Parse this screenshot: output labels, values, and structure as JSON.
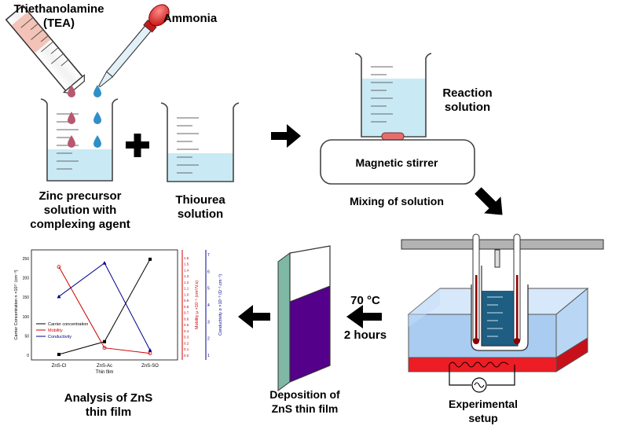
{
  "labels": {
    "tea_line1": "Triethanolamine",
    "tea_line2": "(TEA)",
    "ammonia": "Ammonia",
    "zinc_line1": "Zinc precursor",
    "zinc_line2": "solution with",
    "zinc_line3": "complexing agent",
    "thiourea_line1": "Thiourea",
    "thiourea_line2": "solution",
    "reaction_line1": "Reaction",
    "reaction_line2": "solution",
    "magnetic_stirrer": "Magnetic stirrer",
    "mixing": "Mixing of solution",
    "temperature": "70 °C",
    "duration": "2 hours",
    "experimental_line1": "Experimental",
    "experimental_line2": "setup",
    "deposition_line1": "Deposition of",
    "deposition_line2": "ZnS thin film",
    "analysis_line1": "Analysis of ZnS",
    "analysis_line2": "thin film"
  },
  "colors": {
    "liquid": "#c9eaf5",
    "tea_drop": "#b85770",
    "ammonia_drop": "#2f8fc8",
    "stirrer_bar": "#e76d6d",
    "film": "#55008a",
    "heater": "#ee1c24",
    "bath": "#a9ccf0",
    "vessel_liquid": "#1e5e82"
  },
  "chart_data": {
    "type": "line",
    "categories": [
      "ZnS-Cl",
      "ZnS-Ac",
      "ZnS-SO"
    ],
    "xlabel": "Thin film",
    "ylabel_left": "Carrier Concentration n ×10¹⁷ (cm⁻³)",
    "ylabel_mid": "Mobility µ ×10⁻¹ (cm²/V.s)",
    "ylabel_right": "Conductivity σ ×10⁻³ (Ω⁻¹.cm⁻¹)",
    "left_ticks": [
      "0",
      "50",
      "100",
      "150",
      "200",
      "250"
    ],
    "mid_ticks": [
      "0.0",
      "0.1",
      "0.2",
      "0.3",
      "0.4",
      "0.5",
      "0.6",
      "0.7",
      "0.8",
      "0.9",
      "1.0",
      "1.1",
      "1.2",
      "1.3",
      "1.4",
      "1.5",
      "1.6"
    ],
    "right_ticks": [
      "1",
      "2",
      "3",
      "4",
      "5",
      "6",
      "7"
    ],
    "ylim_left": [
      0,
      260
    ],
    "ylim_mid": [
      0,
      1.65
    ],
    "ylim_right": [
      1,
      7
    ],
    "series": [
      {
        "name": "Carrier concentration",
        "axis": "left",
        "color": "#000000",
        "marker": "square",
        "values": [
          2,
          35,
          248
        ]
      },
      {
        "name": "Mobility",
        "axis": "mid",
        "color": "#cc0000",
        "marker": "circle",
        "values": [
          1.45,
          0.12,
          0.03
        ]
      },
      {
        "name": "Conductivity",
        "axis": "right",
        "color": "#00008b",
        "marker": "triangle",
        "values": [
          4.5,
          6.5,
          1.3
        ]
      }
    ],
    "legend_position": "left-center"
  }
}
